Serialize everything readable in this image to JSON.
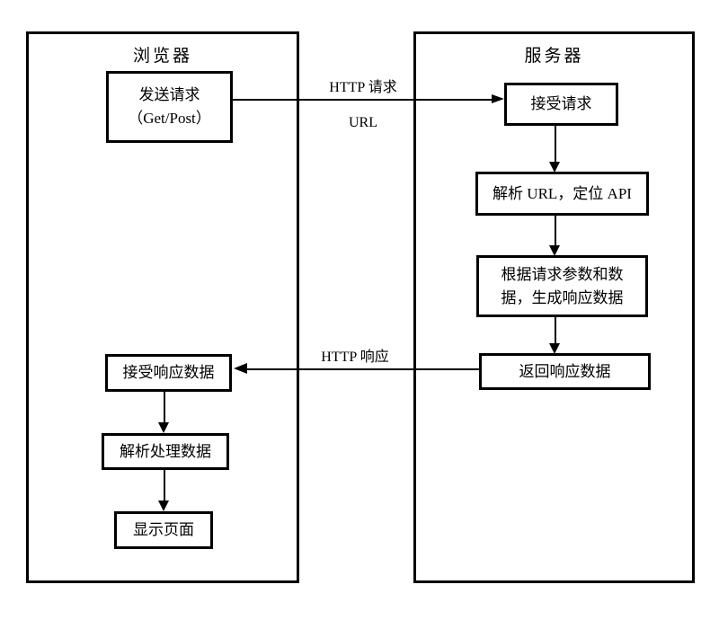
{
  "canvas": {
    "background": "#ffffff",
    "stroke": "#000000"
  },
  "panels": {
    "browser": {
      "title": "浏览器"
    },
    "server": {
      "title": "服务器"
    }
  },
  "nodes": {
    "send_request": {
      "line1": "发送请求",
      "line2": "（Get/Post）"
    },
    "receive_response": {
      "label": "接受响应数据"
    },
    "parse_process": {
      "label": "解析处理数据"
    },
    "display_page": {
      "label": "显示页面"
    },
    "accept_request": {
      "label": "接受请求"
    },
    "parse_url": {
      "label": "解析 URL，定位 API"
    },
    "generate_response": {
      "line1": "根据请求参数和数",
      "line2": "据，生成响应数据"
    },
    "return_response": {
      "label": "返回响应数据"
    }
  },
  "edges": {
    "http_request": {
      "label": "HTTP 请求",
      "sublabel": "URL"
    },
    "http_response": {
      "label": "HTTP 响应"
    }
  }
}
